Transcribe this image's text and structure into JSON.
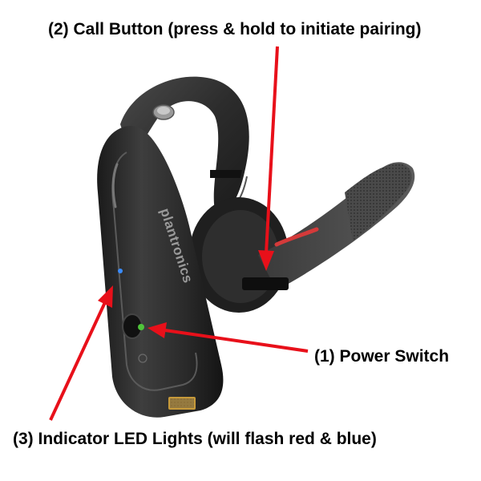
{
  "labels": {
    "call_button": "(2) Call Button (press & hold to initiate pairing)",
    "power_switch": "(1) Power Switch",
    "indicator_led": "(3) Indicator LED Lights (will flash red & blue)"
  },
  "device": {
    "brand": "plantronics"
  },
  "colors": {
    "arrow": "#e8101a",
    "body": "#2b2b2b",
    "background": "#ffffff",
    "led_blue": "#3a8cff",
    "power_green": "#4fc43a"
  }
}
